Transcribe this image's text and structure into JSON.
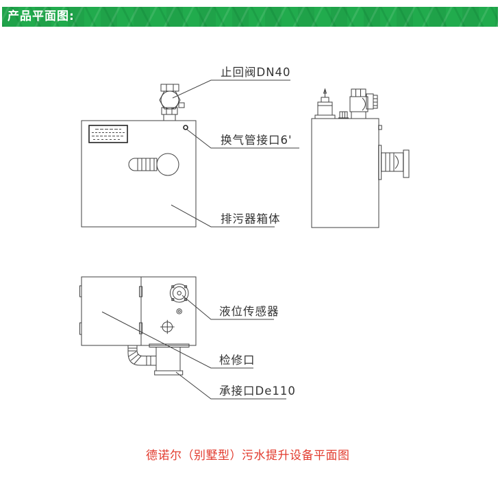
{
  "header": {
    "title": "产品平面图:",
    "bar_color": "#21ab4d",
    "text_color": "#ffffff"
  },
  "diagram": {
    "line_color": "#3f3f3f",
    "callouts": [
      {
        "id": "check-valve",
        "text": "止回阀DN40"
      },
      {
        "id": "vent-pipe-connector",
        "text": "换气管接口6'"
      },
      {
        "id": "sewage-tank-body",
        "text": "排污器箱体"
      },
      {
        "id": "liquid-level-sensor",
        "text": "液位传感器"
      },
      {
        "id": "inspection-port",
        "text": "检修口"
      },
      {
        "id": "socket-connector",
        "text": "承接口De110"
      }
    ]
  },
  "caption": {
    "text": "德诺尔（别墅型）污水提升设备平面图",
    "color": "#e23b2e"
  }
}
